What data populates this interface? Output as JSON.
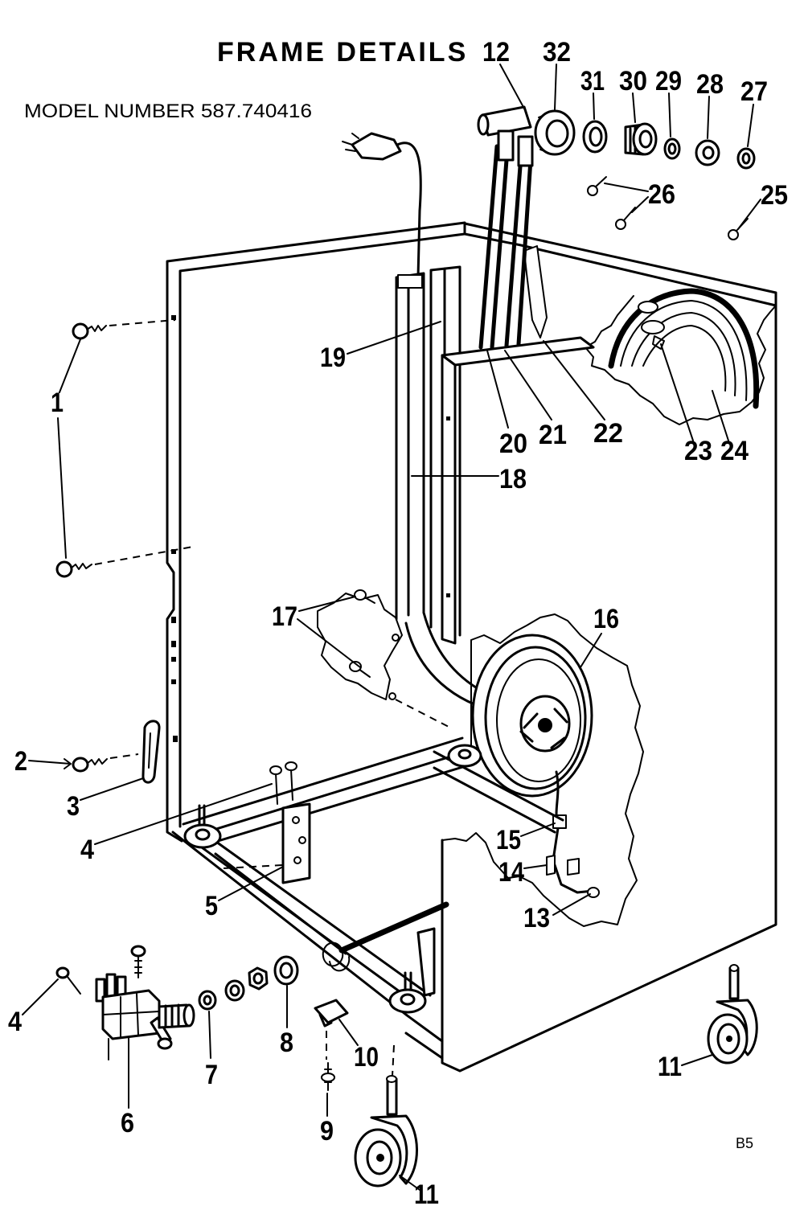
{
  "title": "FRAME DETAILS",
  "model_number": "MODEL NUMBER 587.740416",
  "callouts": [
    "1",
    "2",
    "3",
    "4",
    "4",
    "5",
    "6",
    "7",
    "8",
    "9",
    "10",
    "11",
    "11",
    "12",
    "13",
    "14",
    "15",
    "16",
    "17",
    "18",
    "19",
    "20",
    "21",
    "22",
    "23",
    "24",
    "25",
    "26",
    "27",
    "28",
    "29",
    "30",
    "31",
    "32"
  ],
  "drawing_code": "B5"
}
